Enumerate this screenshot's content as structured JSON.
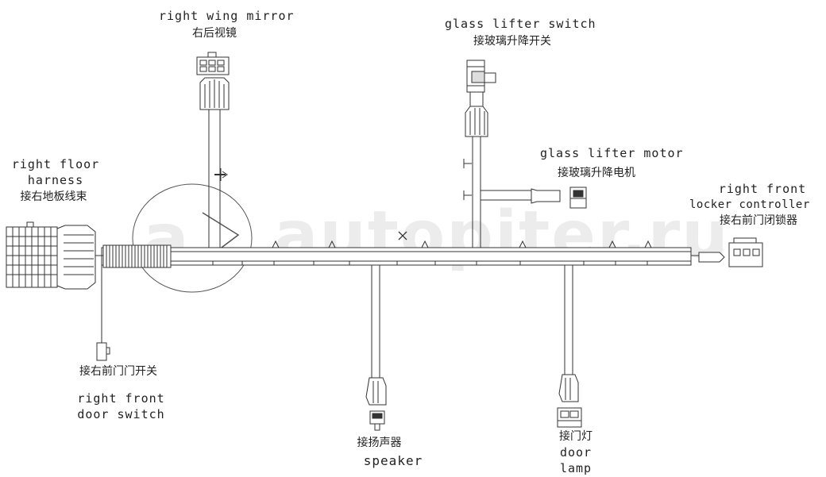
{
  "watermark": "autopiter.ru",
  "labels": {
    "right_wing_mirror_en": "right wing mirror",
    "right_wing_mirror_cn": "右后视镜",
    "glass_lifter_switch_en": "glass lifter switch",
    "glass_lifter_switch_cn": "接玻璃升降开关",
    "glass_lifter_motor_en": "glass lifter motor",
    "glass_lifter_motor_cn": "接玻璃升降电机",
    "right_floor_en_1": "right floor",
    "right_floor_en_2": "harness",
    "right_floor_cn": "接右地板线束",
    "locker_en_1": "right front",
    "locker_en_2": "locker controller",
    "locker_cn": "接右前门闭锁器",
    "door_switch_cn": "接右前门门开关",
    "door_switch_en_1": "right front",
    "door_switch_en_2": "door switch",
    "speaker_cn": "接扬声器",
    "speaker_en": "speaker",
    "door_lamp_cn": "接门灯",
    "door_lamp_en_1": "door",
    "door_lamp_en_2": "lamp"
  }
}
